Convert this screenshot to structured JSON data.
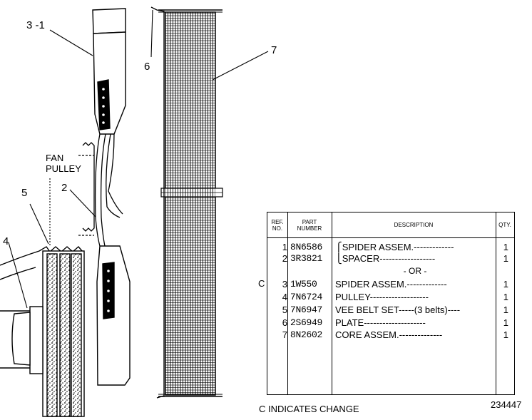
{
  "callouts": {
    "c31": "3 -1",
    "c6": "6",
    "c7": "7",
    "c2": "2",
    "c5": "5",
    "c4": "4"
  },
  "fan_pulley_label": {
    "line1": "FAN",
    "line2": "PULLEY"
  },
  "table": {
    "headers": {
      "ref_line1": "REF.",
      "ref_line2": "NO.",
      "part_line1": "PART",
      "part_line2": "NUMBER",
      "description": "DESCRIPTION",
      "qty": "QTY."
    },
    "rows": [
      {
        "ref": "1",
        "part": "8N6586",
        "desc": "⎧SPIDER ASSEM.-------------",
        "qty": "1"
      },
      {
        "ref": "2",
        "part": "3R3821",
        "desc": "⎩SPACER------------------",
        "qty": "1"
      },
      {
        "ref": "3",
        "part": "1W550",
        "desc": "SPIDER ASSEM.-------------",
        "qty": "1",
        "change": "C"
      },
      {
        "ref": "4",
        "part": "7N6724",
        "desc": "PULLEY-------------------",
        "qty": "1"
      },
      {
        "ref": "5",
        "part": "7N6947",
        "desc": "VEE BELT SET-----(3 belts)----",
        "qty": "1"
      },
      {
        "ref": "6",
        "part": "2S6949",
        "desc": "PLATE--------------------",
        "qty": "1"
      },
      {
        "ref": "7",
        "part": "8N2602",
        "desc": "CORE ASSEM.--------------",
        "qty": "1"
      }
    ],
    "or_text": "- OR -"
  },
  "footnote": "C INDICATES CHANGE",
  "drawing_number": "234447"
}
